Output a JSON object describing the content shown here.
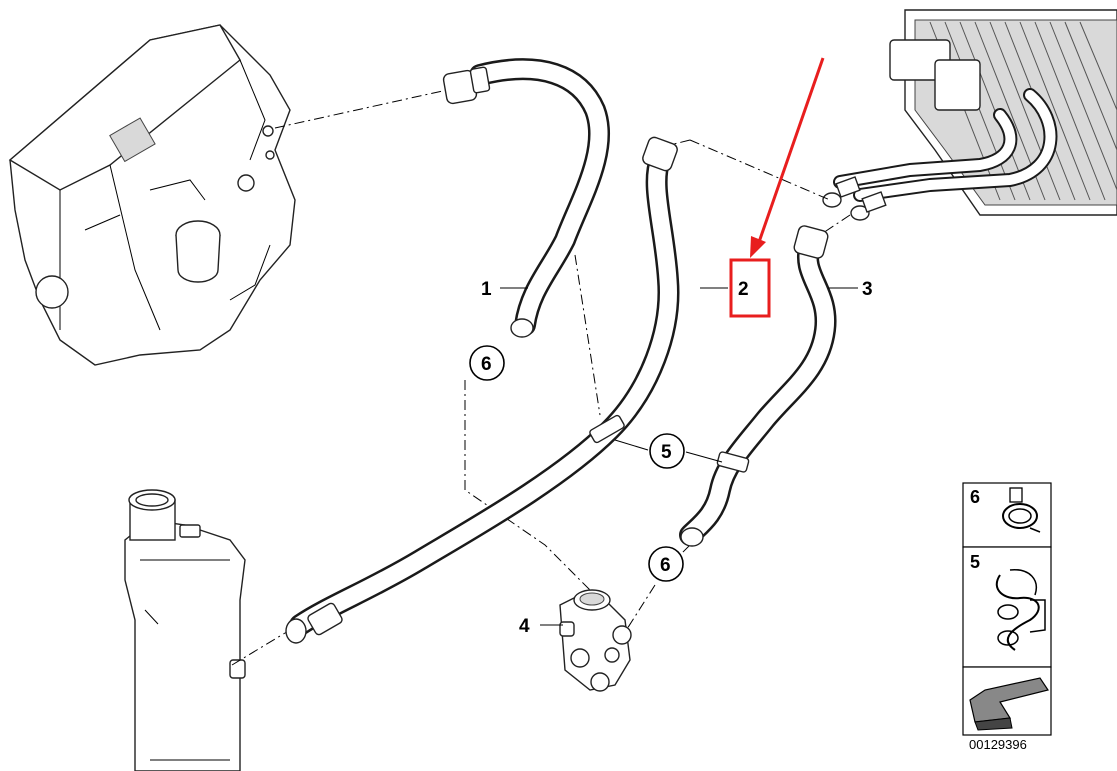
{
  "callouts": {
    "hose_1": "1",
    "hose_2": "2",
    "hose_3": "3",
    "valve_4": "4",
    "clip_5": "5",
    "clamp_6_upper": "6",
    "clamp_6_lower": "6"
  },
  "legend": {
    "item_6": "6",
    "item_5": "5"
  },
  "reference_code": "00129396",
  "colors": {
    "highlight": "#e81e1e",
    "line": "#000000"
  },
  "icons": [
    "engine-block",
    "heater-core",
    "expansion-tank",
    "water-valve",
    "hose-clamp",
    "hose-clip",
    "arrow-symbol"
  ]
}
